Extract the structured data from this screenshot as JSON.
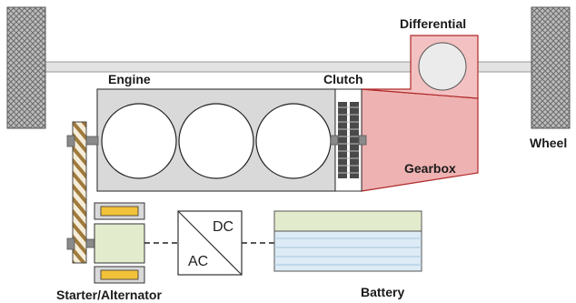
{
  "labels": {
    "differential": "Differential",
    "engine": "Engine",
    "clutch": "Clutch",
    "wheel": "Wheel",
    "gearbox": "Gearbox",
    "starter_alternator": "Starter/Alternator",
    "battery": "Battery",
    "converter_dc": "DC",
    "converter_ac": "AC"
  },
  "colors": {
    "wheel_hatch": "#707070",
    "axle": "#e3e3e3",
    "engine_block": "#d9d9d9",
    "differential": "#f3c1c1",
    "gearbox": "#eeb2b2",
    "gearbox_border": "#b02a2a",
    "belt_stripe": "#a07a3c",
    "magnet": "#f2c23a",
    "battery_top": "#e2eccd",
    "battery_cells": "#dcebf5",
    "starter_body": "#e2eccd"
  }
}
